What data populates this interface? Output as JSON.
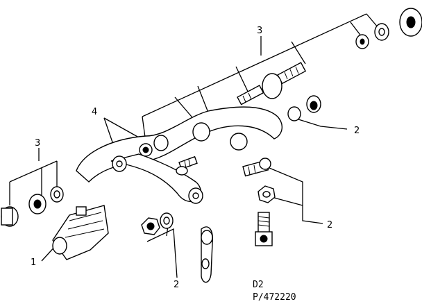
{
  "diagram": {
    "callouts": {
      "part_1": "1",
      "part_2_a": "2",
      "part_2_b": "2",
      "part_2_c": "2",
      "part_3_left": "3",
      "part_3_top": "3",
      "part_4": "4"
    },
    "drawing_code": "D2",
    "part_number": "P/472220"
  }
}
